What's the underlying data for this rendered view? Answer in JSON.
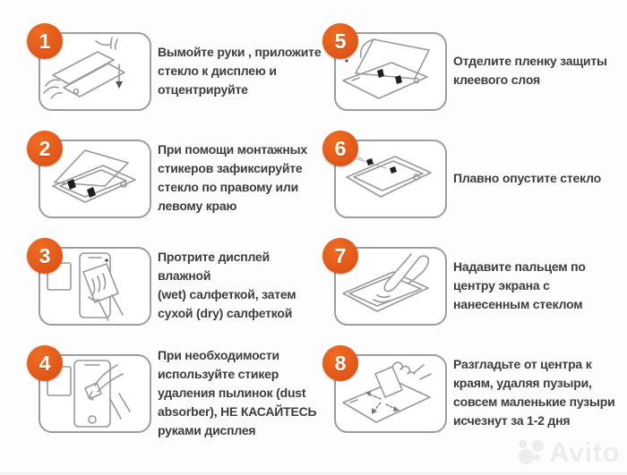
{
  "colors": {
    "badge_orange": "#e2591a",
    "badge_light": "#ef6d20",
    "badge_dark": "#cf4e10",
    "text": "#3d3d3d",
    "tab": "#1f1f1f",
    "line_gray": "#999999"
  },
  "watermark": {
    "label": "Avito"
  },
  "steps": [
    {
      "number": "1",
      "illustration": "hands-place-glass",
      "text": "Вымойте руки , приложите\nстекло к дисплею и\nотцентрируйте"
    },
    {
      "number": "2",
      "illustration": "fix-with-mounting-stickers",
      "text": "При помощи монтажных\nстикеров зафиксируйте\nстекло по правому или\nлевому краю"
    },
    {
      "number": "3",
      "illustration": "wipe-display-with-cloth",
      "text": "Протрите дисплей влажной\n(wet) салфеткой, затем\nсухой (dry) салфеткой"
    },
    {
      "number": "4",
      "illustration": "dust-absorber-sticker",
      "text": "При необходимости\nиспользуйте стикер\nудаления пылинок (dust\nabsorber), НЕ КАСАЙТЕСЬ\nруками дисплея"
    },
    {
      "number": "5",
      "illustration": "peel-protective-film",
      "text": "Отделите пленку защиты\nклеевого слоя"
    },
    {
      "number": "6",
      "illustration": "lower-glass",
      "text": "Плавно опустите стекло"
    },
    {
      "number": "7",
      "illustration": "press-center-with-finger",
      "text": "Надавите пальцем по\nцентру экрана с\nнанесенным стеклом"
    },
    {
      "number": "8",
      "illustration": "smooth-out-bubbles",
      "text": "Разгладьте от центра к\nкраям, удаляя пузыри,\nсовсем маленькие пузыри\nисчезнут за 1-2 дня"
    }
  ]
}
